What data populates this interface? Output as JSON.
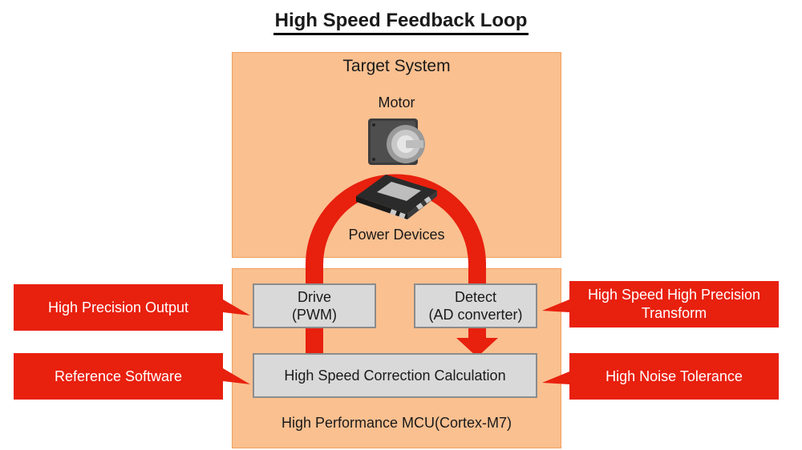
{
  "title": "High Speed Feedback Loop",
  "target_system": {
    "label": "Target System",
    "motor_label": "Motor",
    "power_devices_label": "Power Devices"
  },
  "mcu": {
    "label": "High Performance MCU(Cortex-M7)",
    "drive": {
      "line1": "Drive",
      "line2": "(PWM)"
    },
    "detect": {
      "line1": "Detect",
      "line2": "(AD converter)"
    },
    "correction": "High Speed Correction Calculation"
  },
  "callouts": {
    "high_precision_output": "High Precision Output",
    "reference_software": "Reference Software",
    "high_speed_transform_line1": "High Speed High Precision",
    "high_speed_transform_line2": "Transform",
    "high_noise_tolerance": "High Noise Tolerance"
  },
  "colors": {
    "arrow_red": "#e8200e",
    "panel_orange": "#fac090",
    "box_gray": "#d9d9d9"
  }
}
